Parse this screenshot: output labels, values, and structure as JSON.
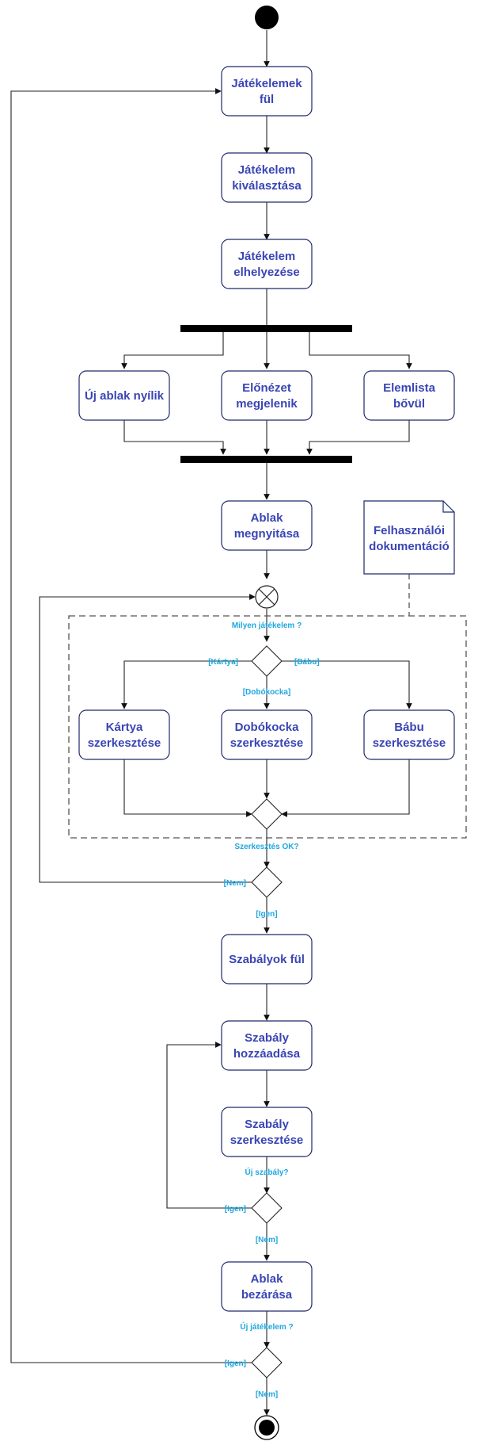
{
  "nodes": {
    "jatekelemek_ful": [
      "Játékelemek",
      "fül"
    ],
    "jatekelem_kivalasztasa": [
      "Játékelem",
      "kiválasztása"
    ],
    "jatekelem_elhelyezese": [
      "Játékelem",
      "elhelyezése"
    ],
    "uj_ablak_nyilik": [
      "Új ablak nyílik"
    ],
    "elonezet_megjelenik": [
      "Előnézet",
      "megjelenik"
    ],
    "elemlista_bovul": [
      "Elemlista",
      "bővül"
    ],
    "ablak_megnyitasa": [
      "Ablak",
      "megnyitása"
    ],
    "felhasznaloi_dokumentacio": [
      "Felhasználói",
      "dokumentáció"
    ],
    "kartya_szerkesztese": [
      "Kártya",
      "szerkesztése"
    ],
    "dobokocka_szerkesztese": [
      "Dobókocka",
      "szerkesztése"
    ],
    "babu_szerkesztese": [
      "Bábu",
      "szerkesztése"
    ],
    "szabalyok_ful": [
      "Szabályok fül"
    ],
    "szabaly_hozzaadasa": [
      "Szabály",
      "hozzáadása"
    ],
    "szabaly_szerkesztese": [
      "Szabály",
      "szerkesztése"
    ],
    "ablak_bezarasa": [
      "Ablak",
      "bezárása"
    ]
  },
  "guards": {
    "milyen_jatekelem": "Milyen játékelem ?",
    "kartya": "[Kártya]",
    "babu": "[Bábu]",
    "dobokocka": "[Dobókocka]",
    "szerkesztes_ok": "Szerkesztés OK?",
    "nem_1": "[Nem]",
    "igen_1": "[Igen]",
    "uj_szabaly": "Új szabály?",
    "igen_2": "[Igen]",
    "nem_2": "[Nem]",
    "uj_jatekelem": "Új játékelem ?",
    "igen_3": "[Igen]",
    "nem_3": "[Nem]"
  },
  "colors": {
    "node_text": "#3a45b5",
    "guard_text": "#1ea7e0",
    "node_border": "#1f2a6b"
  }
}
